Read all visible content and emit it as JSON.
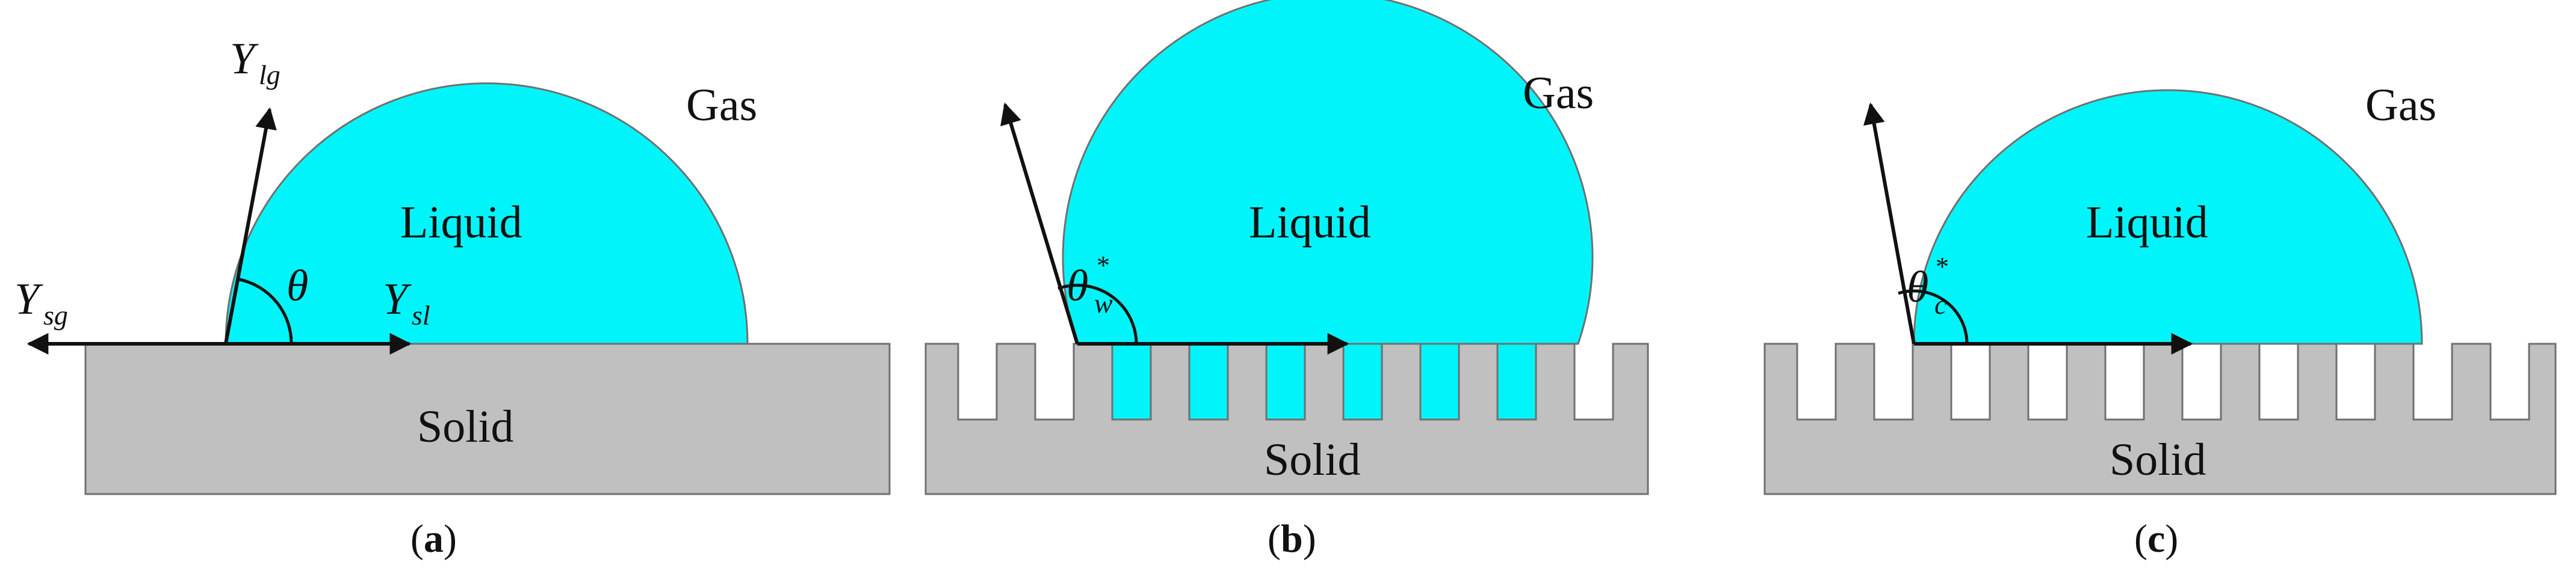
{
  "colors": {
    "liquid": "#00f5fa",
    "solid": "#c0c0c0",
    "stroke": "#707070",
    "arrow": "#111111",
    "text": "#111111"
  },
  "panels": {
    "a": {
      "gas": "Gas",
      "liquid": "Liquid",
      "solid": "Solid",
      "angle": "θ",
      "gamma_lg": "Υ",
      "gamma_lg_sub": "lg",
      "gamma_sg": "Υ",
      "gamma_sg_sub": "sg",
      "gamma_sl": "Υ",
      "gamma_sl_sub": "sl",
      "caption_open": "(",
      "caption_letter": "a",
      "caption_close": ")"
    },
    "b": {
      "gas": "Gas",
      "liquid": "Liquid",
      "solid": "Solid",
      "angle": "θ",
      "angle_sub": "w",
      "angle_sup": "*",
      "caption_open": "(",
      "caption_letter": "b",
      "caption_close": ")"
    },
    "c": {
      "gas": "Gas",
      "liquid": "Liquid",
      "solid": "Solid",
      "angle": "θ",
      "angle_sub": "c",
      "angle_sup": "*",
      "caption_open": "(",
      "caption_letter": "c",
      "caption_close": ")"
    }
  }
}
